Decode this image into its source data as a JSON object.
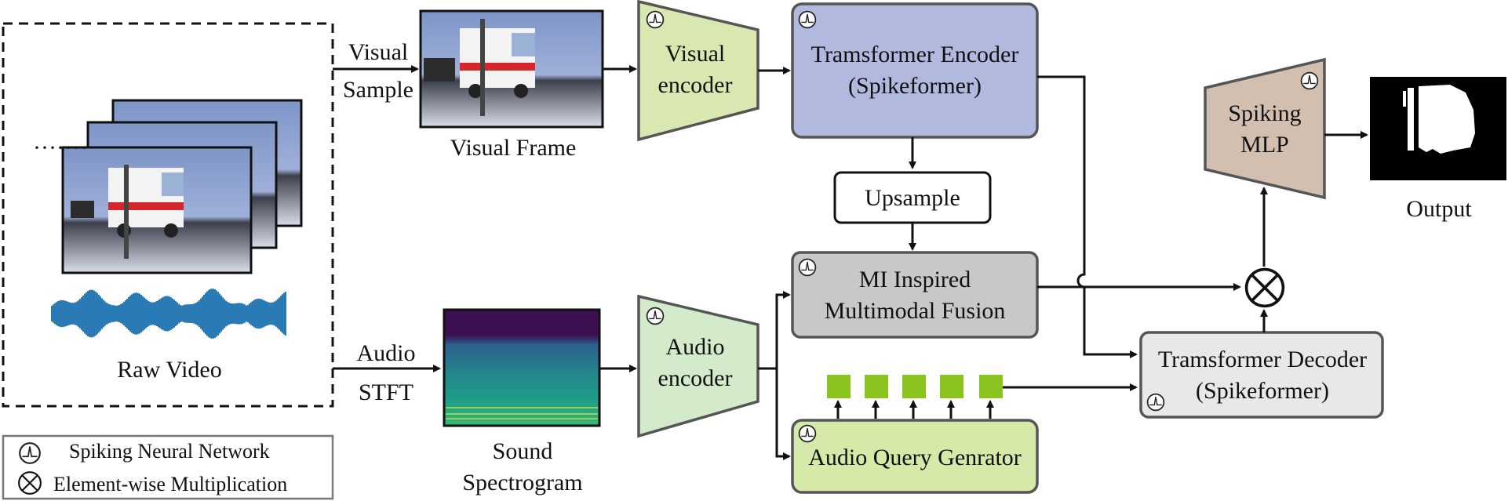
{
  "raw_video": {
    "label": "Raw Video"
  },
  "inputs": {
    "visual_label_line1": "Visual",
    "visual_label_line2": "Sample",
    "audio_label_line1": "Audio",
    "audio_label_line2": "STFT"
  },
  "visual_frame": {
    "caption": "Visual Frame"
  },
  "sound_spectrogram": {
    "caption_line1": "Sound",
    "caption_line2": "Spectrogram"
  },
  "visual_encoder": {
    "line1": "Visual",
    "line2": "encoder",
    "color": "#d9e8b0"
  },
  "audio_encoder": {
    "line1": "Audio",
    "line2": "encoder",
    "color": "#d3ebcb"
  },
  "transformer_encoder": {
    "line1": "Tramsformer Encoder",
    "line2": "(Spikeformer)",
    "color": "#b1b9df"
  },
  "upsample": {
    "label": "Upsample"
  },
  "fusion": {
    "line1": "MI Inspired",
    "line2": "Multimodal Fusion",
    "color": "#c8c8c8"
  },
  "query_generator": {
    "label": "Audio Query Genrator",
    "color": "#d5e9a9",
    "token_color": "#8bc41e"
  },
  "transformer_decoder": {
    "line1": "Tramsformer Decoder",
    "line2": "(Spikeformer)",
    "color": "#e8e8e8"
  },
  "spiking_mlp": {
    "line1": "Spiking",
    "line2": "MLP",
    "color": "#d3bfb0"
  },
  "output": {
    "label": "Output"
  },
  "legend": {
    "snn_label": "Spiking Neural Network",
    "mult_label": "Element-wise Multiplication"
  }
}
